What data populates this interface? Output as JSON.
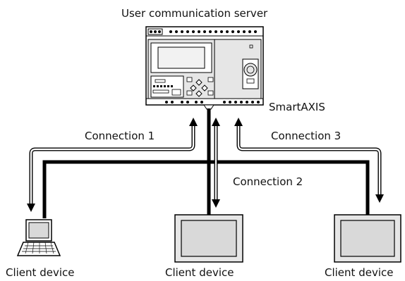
{
  "server_title": "User communication server",
  "controller_label": "SmartAXIS",
  "connections": [
    {
      "label": "Connection 1"
    },
    {
      "label": "Connection 2"
    },
    {
      "label": "Connection 3"
    }
  ],
  "clients": [
    {
      "label": "Client device",
      "device_type": "laptop-icon"
    },
    {
      "label": "Client device",
      "device_type": "touch-panel-icon"
    },
    {
      "label": "Client device",
      "device_type": "touch-panel-icon"
    }
  ],
  "colors": {
    "line": "#000000",
    "device_panel": "#e6e6e6",
    "screen": "#d9d9d9"
  }
}
